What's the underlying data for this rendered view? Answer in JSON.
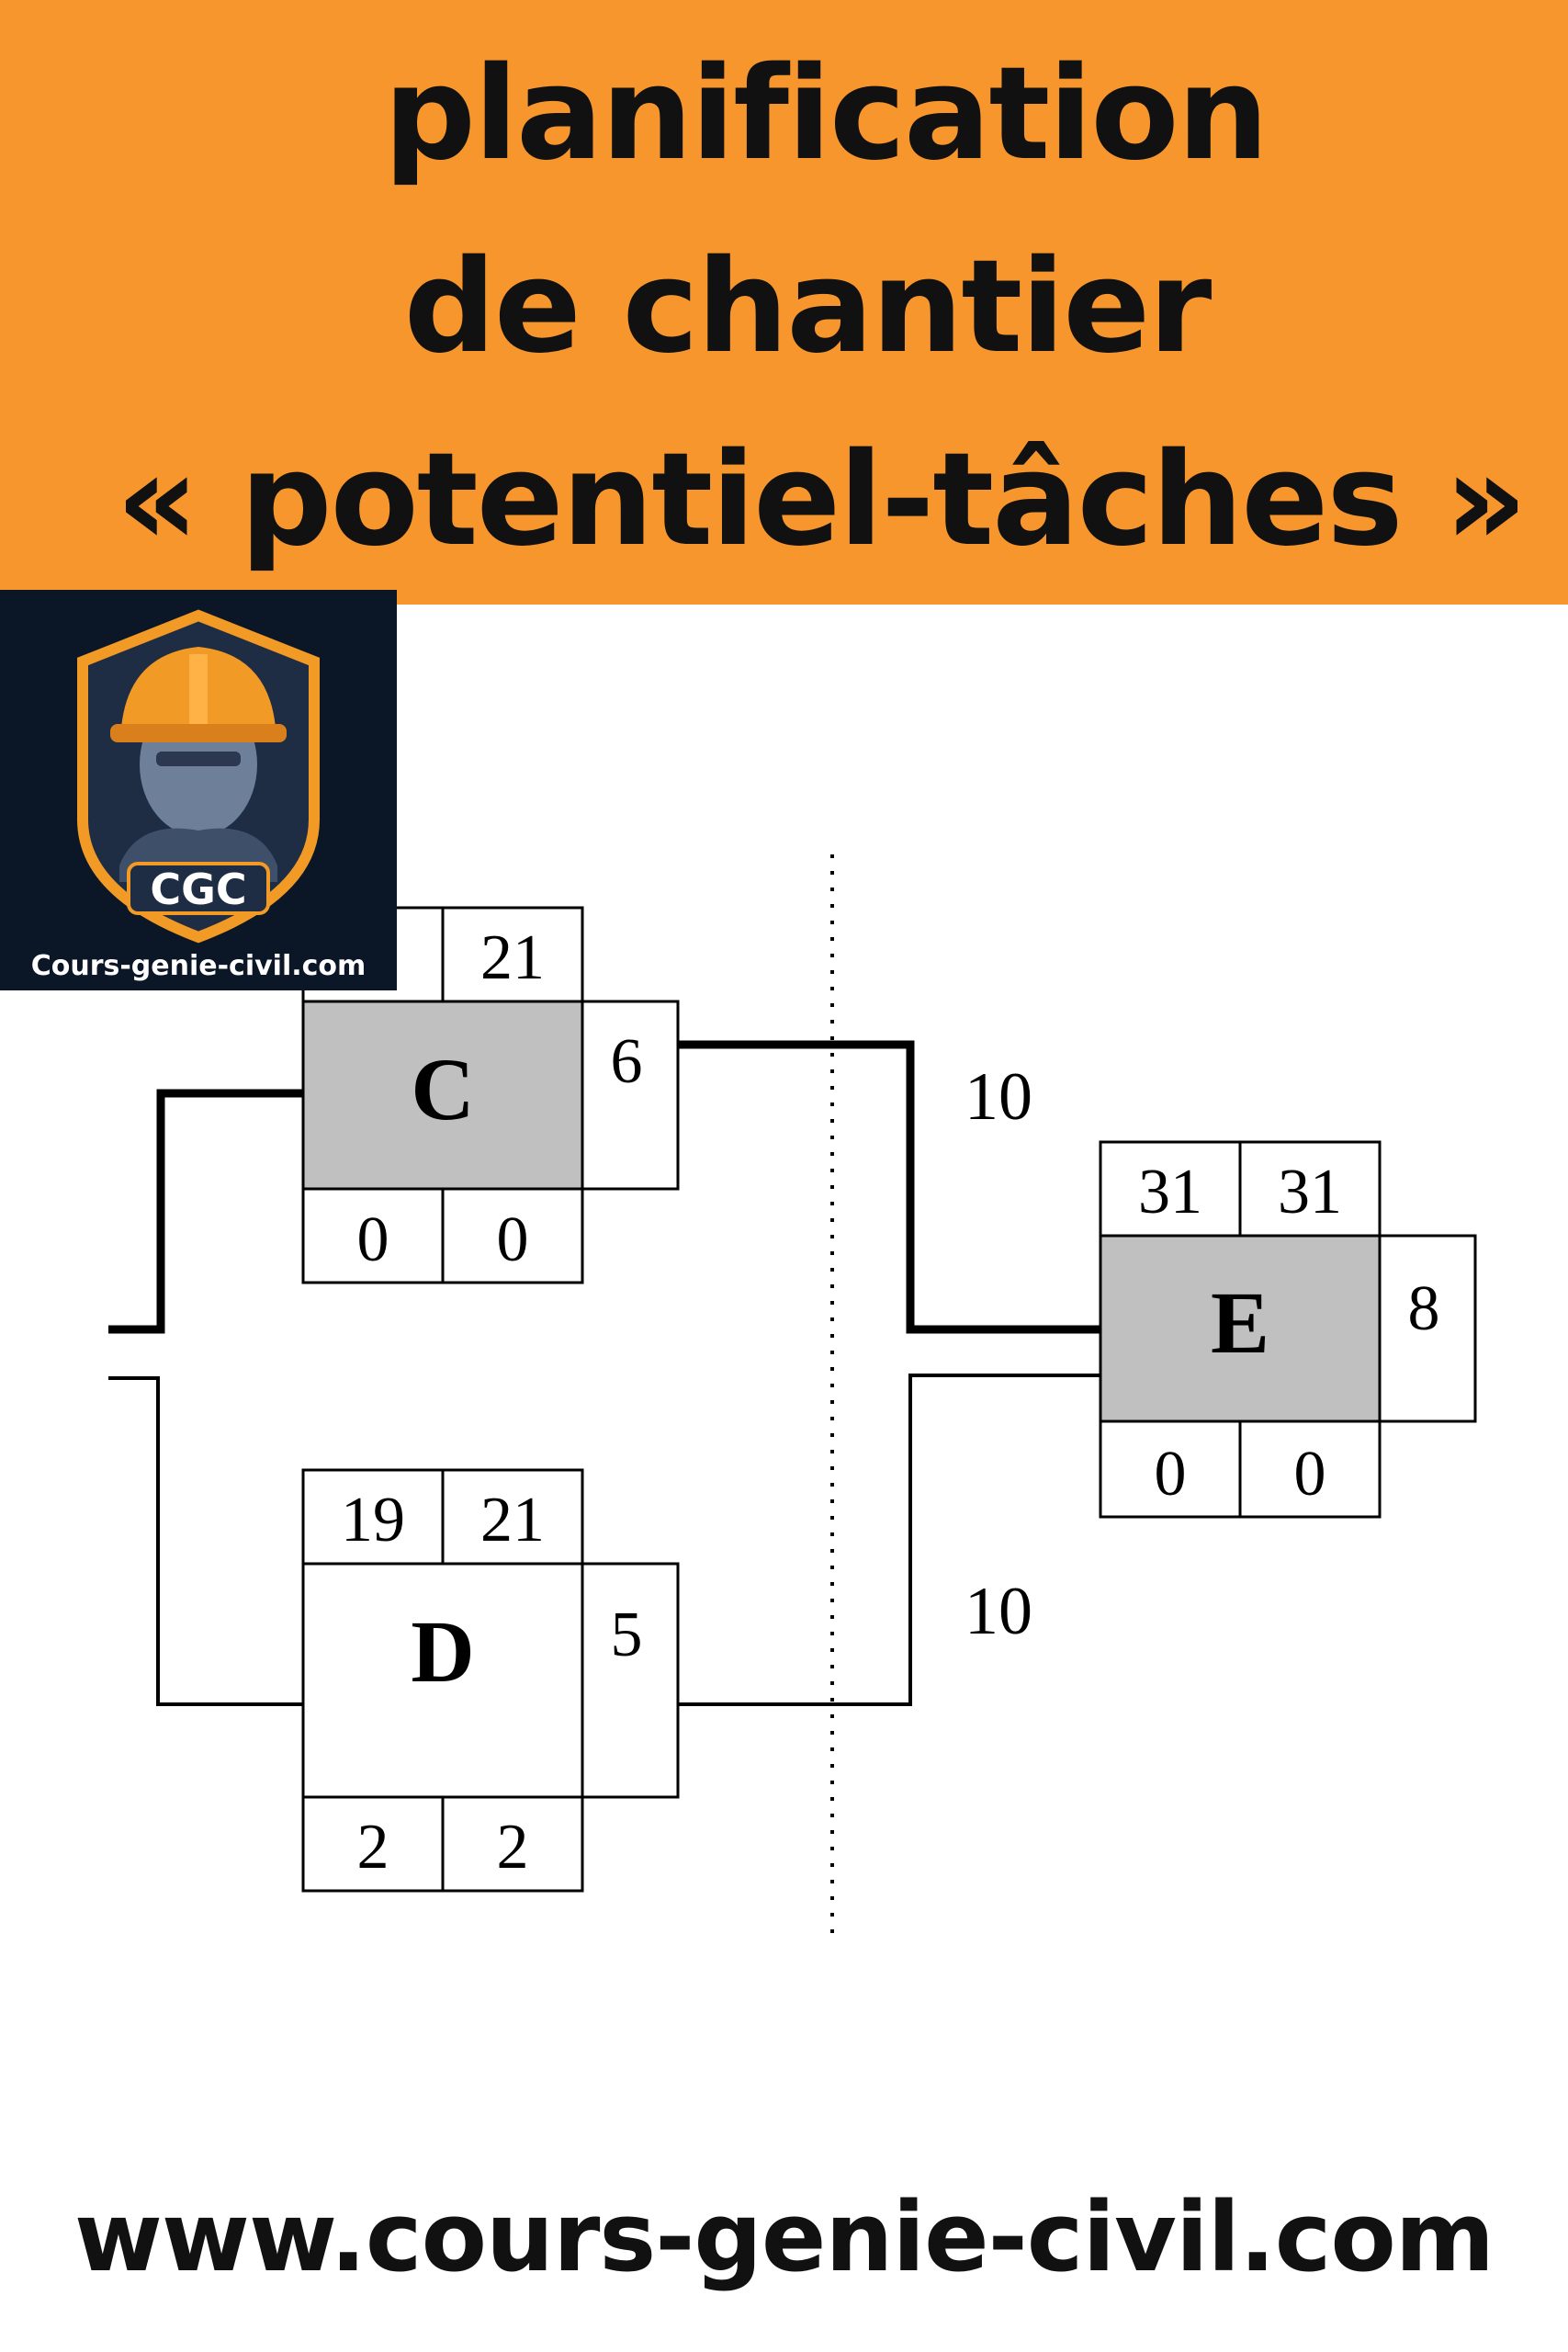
{
  "banner": {
    "line1": "planification",
    "line2": "de chantier",
    "line3": "« potentiel-tâches »",
    "background": "#f7962c"
  },
  "logo": {
    "monogram": "CGC",
    "caption": "Cours-genie-civil.com",
    "icon": "construction-worker-hardhat-icon"
  },
  "diagram": {
    "tasks": [
      {
        "id": "C",
        "label": "C",
        "top_left": "",
        "top_right": "21",
        "duration": "6",
        "bottom_left": "0",
        "bottom_right": "0",
        "critical": true
      },
      {
        "id": "D",
        "label": "D",
        "top_left": "19",
        "top_right": "21",
        "duration": "5",
        "bottom_left": "2",
        "bottom_right": "2",
        "critical": false
      },
      {
        "id": "E",
        "label": "E",
        "top_left": "31",
        "top_right": "31",
        "duration": "8",
        "bottom_left": "0",
        "bottom_right": "0",
        "critical": true
      }
    ],
    "links": [
      {
        "from": "C",
        "to": "E",
        "label": "10",
        "critical": true
      },
      {
        "from": "D",
        "to": "E",
        "label": "10",
        "critical": false
      }
    ],
    "colors": {
      "critical_fill": "#c0c0c0",
      "normal_fill": "#ffffff",
      "line": "#000000"
    }
  },
  "footer": {
    "url": "www.cours-genie-civil.com"
  }
}
